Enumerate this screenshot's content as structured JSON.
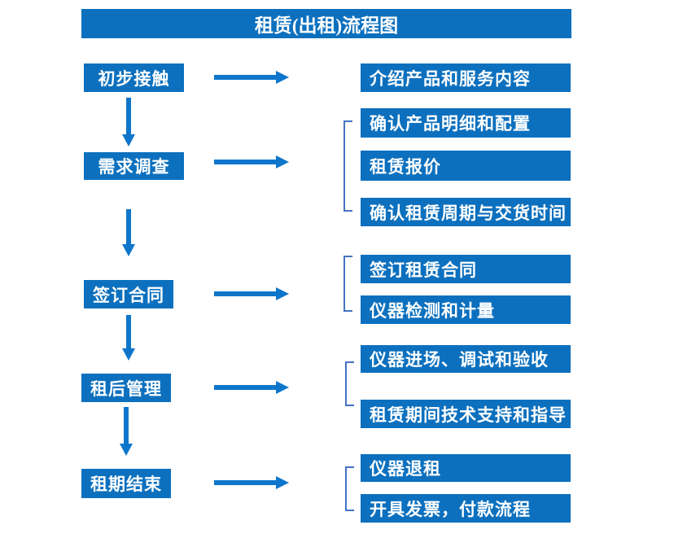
{
  "title": "租赁(出租)流程图",
  "colors": {
    "box_fill": "#0C70BE",
    "arrow": "#0D76CB",
    "bracket": "#4472C4",
    "text": "#FFFFFF",
    "background": "#FFFFFF"
  },
  "stages": [
    {
      "label": "初步接触",
      "details": [
        "介绍产品和服务内容"
      ]
    },
    {
      "label": "需求调查",
      "details": [
        "确认产品明细和配置",
        "租赁报价",
        "确认租赁周期与交货时间"
      ]
    },
    {
      "label": "签订合同",
      "details": [
        "签订租赁合同",
        "仪器检测和计量"
      ]
    },
    {
      "label": "租后管理",
      "details": [
        "仪器进场、调试和验收",
        "租赁期间技术支持和指导"
      ]
    },
    {
      "label": "租期结束",
      "details": [
        "仪器退租",
        "开具发票，付款流程"
      ]
    }
  ]
}
